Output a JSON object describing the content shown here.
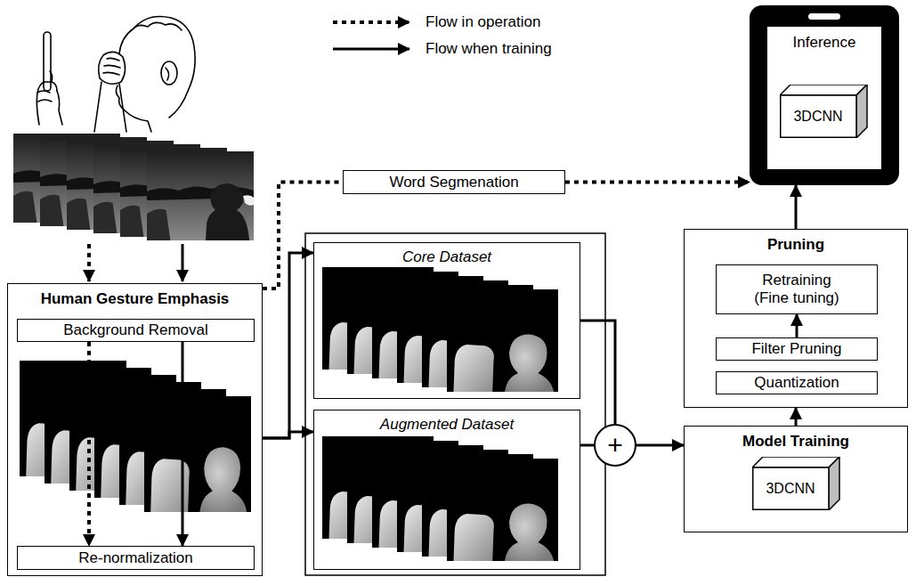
{
  "diagram": {
    "nodes": [
      {
        "text": [
          "Inference"
        ]
      },
      {
        "text": [
          "3DCNN"
        ],
        "in": 0
      },
      {
        "text": [
          "Word Segmenation"
        ]
      },
      {
        "text": [
          "Human Gesture Emphasis"
        ]
      },
      {
        "text": [
          "Background Removal"
        ],
        "in": 3
      },
      {
        "text": [
          "Re-normalization"
        ],
        "in": 3
      },
      {
        "text": [
          "Core Dataset"
        ]
      },
      {
        "text": [
          "Augmented Dataset"
        ]
      },
      {
        "text": [
          "+"
        ]
      },
      {
        "text": [
          "Model Training"
        ]
      },
      {
        "text": [
          "3DCNN"
        ],
        "in": 9
      },
      {
        "text": [
          "Pruning"
        ]
      },
      {
        "text": [
          "Retraining (Fine tuning)"
        ],
        "in": 11
      },
      {
        "text": [
          "Filter Pruning"
        ],
        "in": 11
      },
      {
        "text": [
          "Quantization"
        ],
        "in": 11
      }
    ],
    "edges": [
      {
        "from": 3,
        "to": 2,
        "arrow": "none"
      },
      {
        "from": 2,
        "to": 0,
        "arrow": "to"
      },
      {
        "from": 4,
        "to": 5,
        "arrow": "to"
      },
      {
        "from": 4,
        "to": 5,
        "arrow": "to"
      },
      {
        "from": 3,
        "to": 6,
        "arrow": "to"
      },
      {
        "from": 3,
        "to": 7,
        "arrow": "to"
      },
      {
        "from": 6,
        "to": 8,
        "arrow": "none"
      },
      {
        "from": 7,
        "to": 8,
        "arrow": "none"
      },
      {
        "from": 8,
        "to": 9,
        "arrow": "to"
      },
      {
        "from": 9,
        "to": 11,
        "arrow": "to"
      },
      {
        "from": 11,
        "to": 0,
        "arrow": "to"
      },
      {
        "from": 13,
        "to": 12,
        "arrow": "to"
      }
    ],
    "legend": [
      {
        "text": "Flow in operation"
      },
      {
        "text": "Flow when training"
      }
    ]
  }
}
